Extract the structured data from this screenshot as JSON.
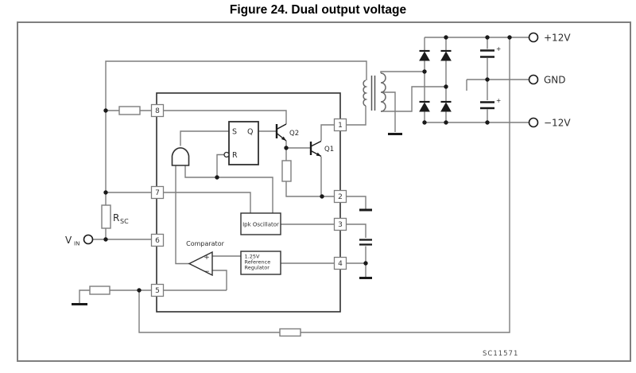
{
  "title": "Figure 24. Dual output voltage",
  "code": "SC11571",
  "ic": {
    "pin_labels": {
      "p1": "1",
      "p2": "2",
      "p3": "3",
      "p4": "4",
      "p5": "5",
      "p6": "6",
      "p7": "7",
      "p8": "8"
    },
    "latch": {
      "s": "S",
      "q": "Q",
      "r": "R"
    },
    "oscillator": "Ipk  Oscillator",
    "reference": {
      "line1": "1.25V",
      "line2": "Reference",
      "line3": "Regulator"
    },
    "comparator": {
      "label": "Comparator",
      "plus": "+",
      "minus": "−"
    },
    "q1": "Q1",
    "q2": "Q2"
  },
  "labels": {
    "vin": {
      "main": "V",
      "sub": "IN"
    },
    "rsc": {
      "main": "R",
      "sub": "SC"
    },
    "out_pos": "+12V",
    "out_gnd": "GND",
    "out_neg": "−12V",
    "cap_plus": "+"
  },
  "colors": {
    "wire": "#7d7d7d",
    "component": "#1a1a1a",
    "box": "#2f2f2f",
    "border": "#7f7f7f"
  }
}
